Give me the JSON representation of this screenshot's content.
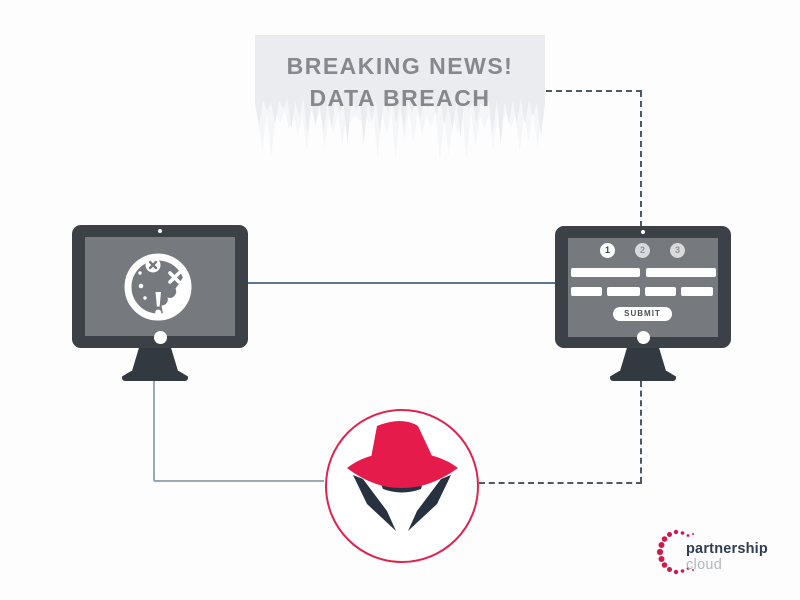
{
  "banner": {
    "line1": "BREAKING NEWS!",
    "line2": "DATA BREACH"
  },
  "left_monitor": {
    "screen_icon": "broken-cookie-error-icon"
  },
  "right_monitor": {
    "steps": [
      "1",
      "2",
      "3"
    ],
    "submit_label": "SUBMIT"
  },
  "hacker": {
    "icon": "hacker-red-hat-icon"
  },
  "logo": {
    "title": "partnership",
    "subtitle": "cloud"
  },
  "colors": {
    "accent_red": "#e51c4b",
    "navy": "#27313f",
    "banner_bg": "#eaecef",
    "banner_bg_light": "#f4f6f8",
    "banner_text": "#85888c",
    "monitor_frame": "#3b4147",
    "monitor_screen": "#76797d",
    "dashed_line": "#4d5965",
    "solid_line_dark": "#5f7890",
    "solid_line_light": "#9aa8b4",
    "logo_title_color": "#2f3d4f",
    "logo_subtitle_color": "#b2b6ba"
  }
}
